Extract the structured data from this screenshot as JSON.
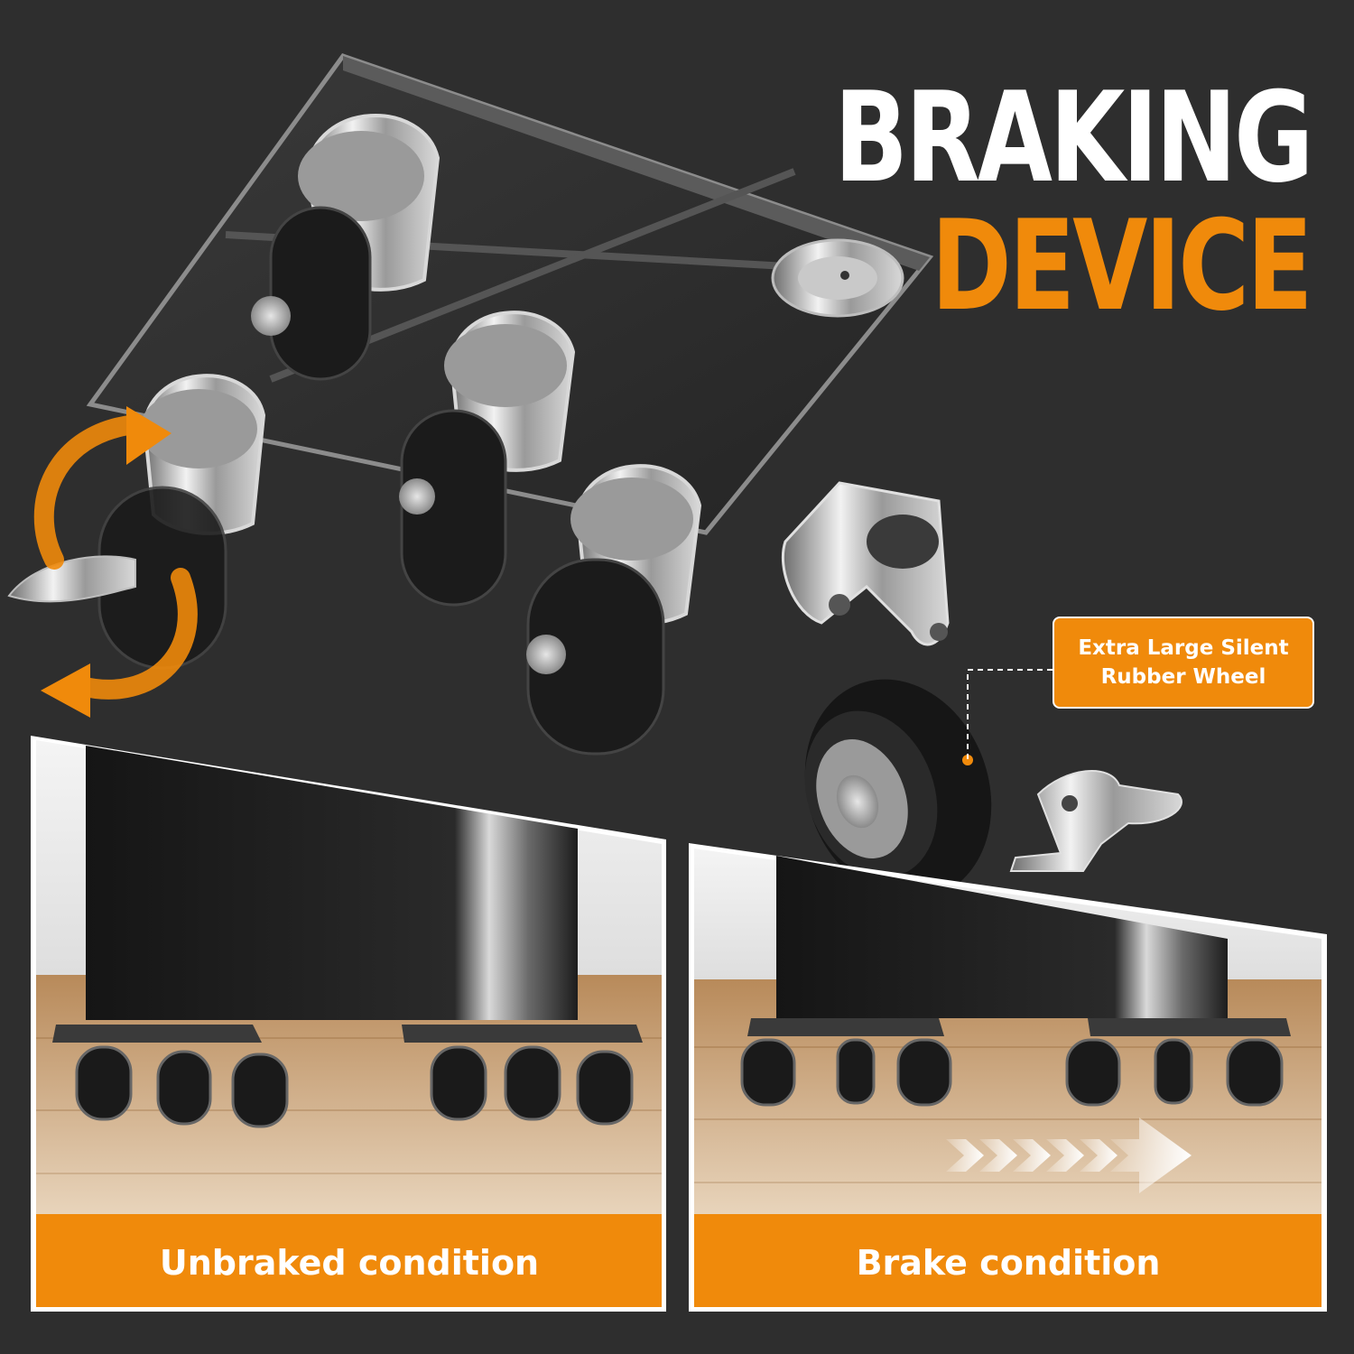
{
  "headline": {
    "line1": "BRAKING",
    "line2": "DEVICE"
  },
  "callout": {
    "line1": "Extra Large Silent",
    "line2": "Rubber Wheel"
  },
  "panels": {
    "left_label": "Unbraked condition",
    "right_label": "Brake condition"
  },
  "colors": {
    "accent": "#f08a0b",
    "background": "#2e2e2e",
    "headline_primary": "#ffffff"
  },
  "icons": {
    "rotation": "rotate-arrows-icon",
    "motion": "chevron-arrow-right-icon"
  }
}
